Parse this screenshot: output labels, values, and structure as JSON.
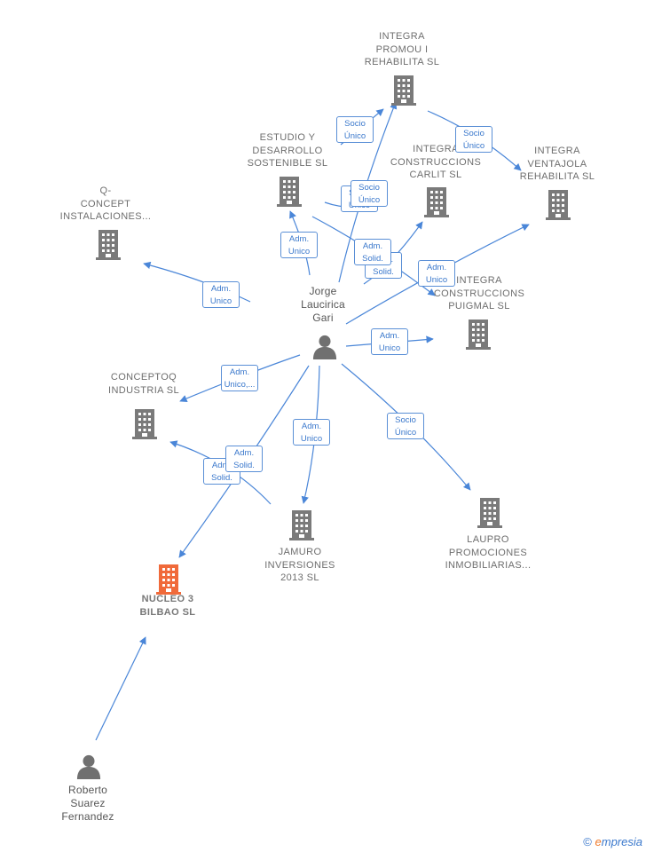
{
  "colors": {
    "edge": "#4a86d8",
    "building": "#7a7a7a",
    "building_highlight": "#f06a3a",
    "person": "#707070"
  },
  "nodes": [
    {
      "id": "integra_promou",
      "type": "company",
      "label": "INTEGRA\nPROMOU I\nREHABILITA SL"
    },
    {
      "id": "estudio",
      "type": "company",
      "label": "ESTUDIO Y\nDESARROLLO\nSOSTENIBLE SL"
    },
    {
      "id": "integra_carlit",
      "type": "company",
      "label": "INTEGRA\nCONSTRUCCIONS\nCARLIT  SL"
    },
    {
      "id": "integra_ventajola",
      "type": "company",
      "label": "INTEGRA\nVENTAJOLA\nREHABILITA SL"
    },
    {
      "id": "qconcept",
      "type": "company",
      "label": "Q-\nCONCEPT\nINSTALACIONES..."
    },
    {
      "id": "jorge",
      "type": "person",
      "label": "Jorge\nLaucirica\nGari"
    },
    {
      "id": "integra_puigmal",
      "type": "company",
      "label": "INTEGRA\nCONSTRUCCIONS\nPUIGMAL  SL"
    },
    {
      "id": "conceptoq",
      "type": "company",
      "label": "CONCEPTOQ\nINDUSTRIA  SL"
    },
    {
      "id": "jamuro",
      "type": "company",
      "label": "JAMURO\nINVERSIONES\n2013  SL"
    },
    {
      "id": "laupro",
      "type": "company",
      "label": "LAUPRO\nPROMOCIONES\nINMOBILIARIAS..."
    },
    {
      "id": "nucleo",
      "type": "company",
      "highlight": true,
      "label": "NUCLEO 3\nBILBAO  SL"
    },
    {
      "id": "roberto",
      "type": "person",
      "label": "Roberto\nSuarez\nFernandez"
    }
  ],
  "edge_labels": [
    "Socio\nÚnico",
    "Socio\nÚnico",
    "Socio\nÚnico",
    "Adm.\nUnico",
    "Adm.\nUnico",
    "Socio\nÚnico",
    "Adm.\nSolid.",
    "Adm.\nUnico",
    "Adm.\nSolid.",
    "Adm.\nUnico",
    "Adm.\nUnico,...",
    "Adm.\nUnico",
    "Socio\nÚnico",
    "Adm.\nSolid.",
    "Adm.\nSolid."
  ],
  "footer": {
    "copyright": "©",
    "brand_first": "e",
    "brand_rest": "mpresia"
  }
}
